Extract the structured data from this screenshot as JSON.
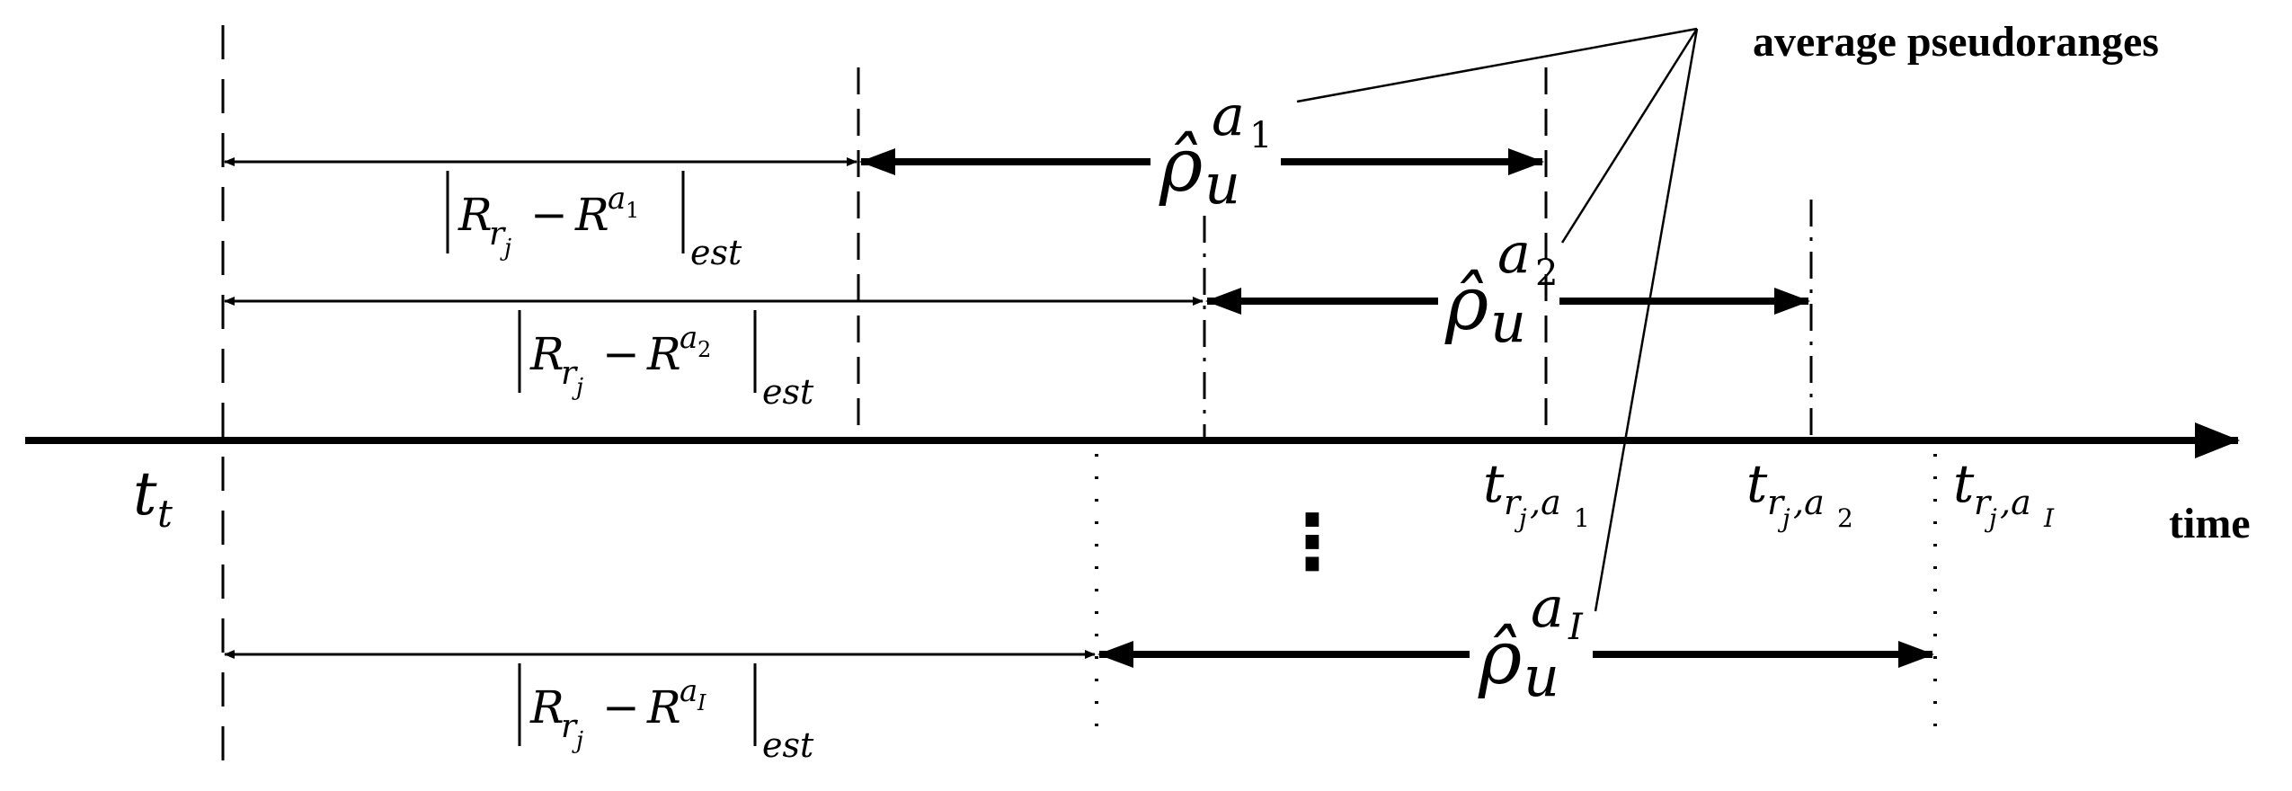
{
  "title_label": "average pseudoranges",
  "axis_label": "time",
  "start_label": {
    "base": "t",
    "sub": "t"
  },
  "ellipsis": "⋮",
  "time_labels": [
    {
      "base": "t",
      "sub_a": "r",
      "sub_b": "j",
      "sub_c": ",a",
      "sub_d": "1"
    },
    {
      "base": "t",
      "sub_a": "r",
      "sub_b": "j",
      "sub_c": ",a",
      "sub_d": "2"
    },
    {
      "base": "t",
      "sub_a": "r",
      "sub_b": "j",
      "sub_c": ",a",
      "sub_d": "I"
    }
  ],
  "pseudoranges": [
    {
      "rho": "ρ̂",
      "u": "u",
      "a": "a",
      "idx": "1"
    },
    {
      "rho": "ρ̂",
      "u": "u",
      "a": "a",
      "idx": "2"
    },
    {
      "rho": "ρ̂",
      "u": "u",
      "a": "a",
      "idx": "I"
    }
  ],
  "range_labels": [
    {
      "R": "R",
      "r": "r",
      "j": "j",
      "minus": "−",
      "R2": "R",
      "a": "a",
      "idx": "1",
      "est": "est"
    },
    {
      "R": "R",
      "r": "r",
      "j": "j",
      "minus": "−",
      "R2": "R",
      "a": "a",
      "idx": "2",
      "est": "est"
    },
    {
      "R": "R",
      "r": "r",
      "j": "j",
      "minus": "−",
      "R2": "R",
      "a": "a",
      "idx": "I",
      "est": "est"
    }
  ],
  "colors": {
    "ink": "#000000",
    "background": "#ffffff"
  }
}
